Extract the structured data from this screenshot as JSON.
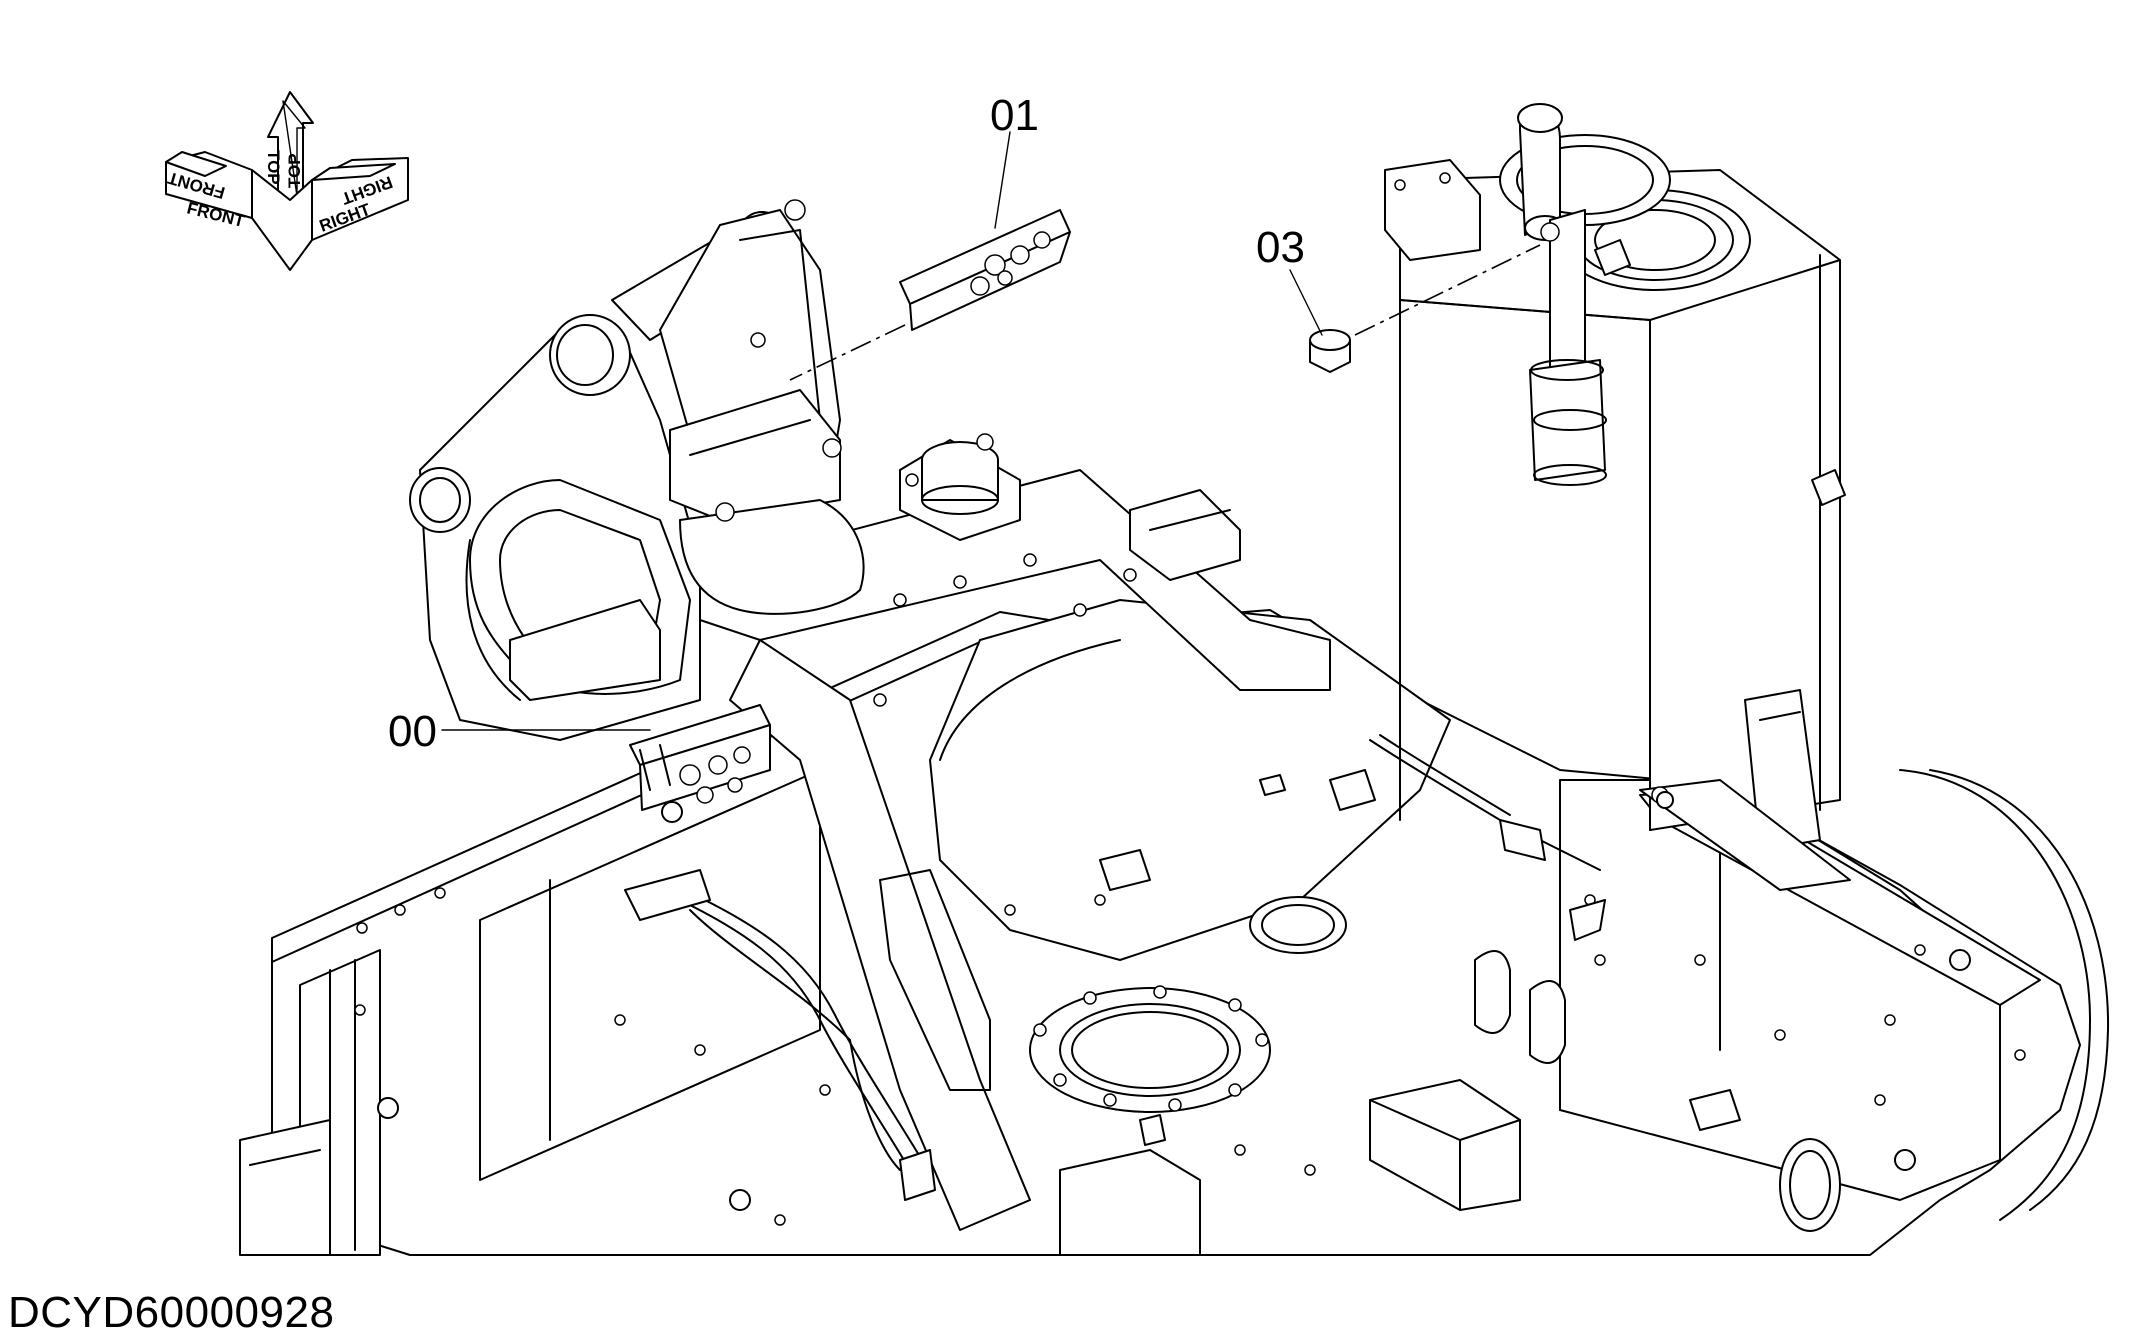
{
  "orientation": {
    "front": "FRONT",
    "top": "TOP",
    "right": "RIGHT"
  },
  "callouts": [
    {
      "label": "01"
    },
    {
      "label": "03"
    },
    {
      "label": "00"
    }
  ],
  "drawing_id": "DCYD60000928"
}
